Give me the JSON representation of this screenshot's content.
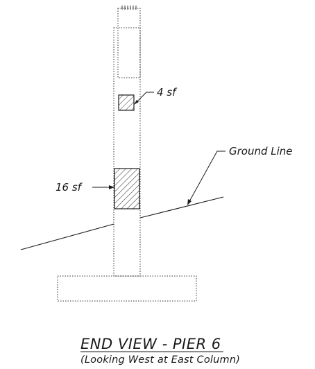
{
  "drawing": {
    "labels": {
      "small_area": "4 sf",
      "large_area": "16 sf",
      "ground_line": "Ground Line"
    },
    "title": "END VIEW - PIER 6",
    "subtitle": "(Looking West at East Column)",
    "colors": {
      "line": "#1a1a1a",
      "dotted_outline": "#333333",
      "hatch": "#2a2a2a"
    }
  }
}
